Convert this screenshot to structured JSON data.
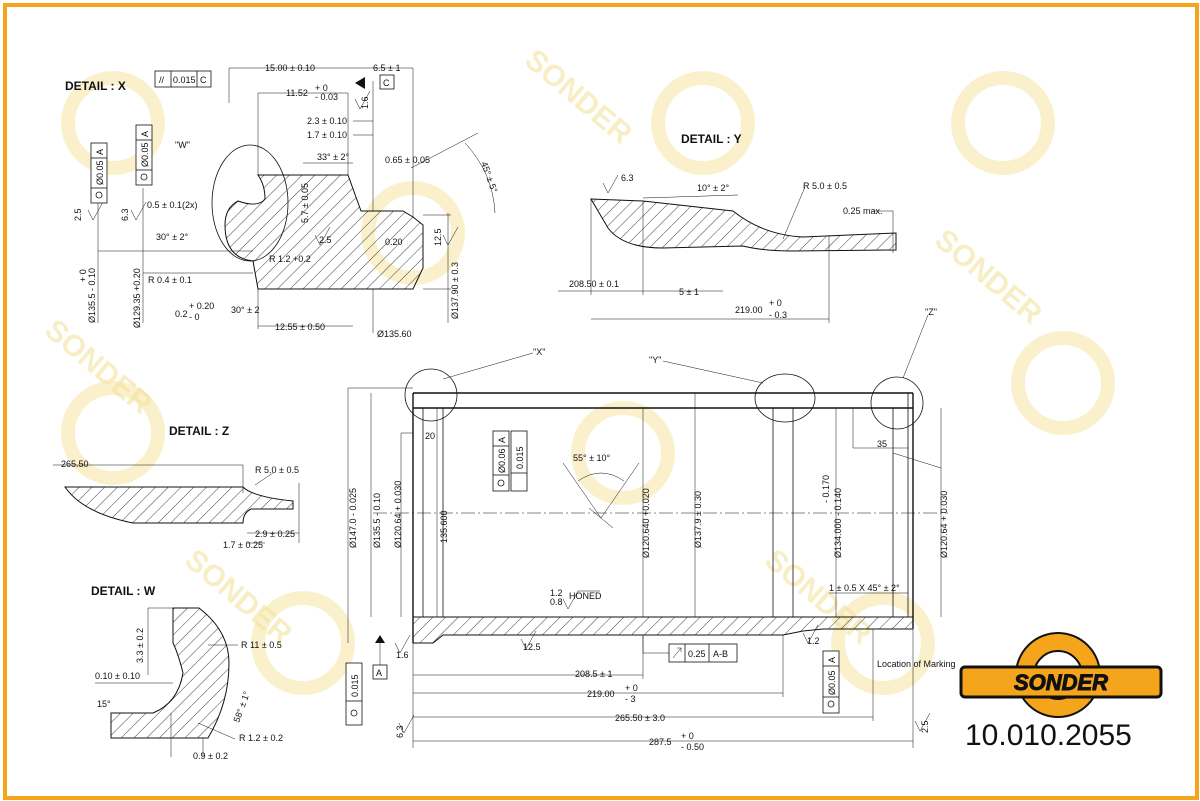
{
  "details": {
    "x": {
      "title": "DETAIL : X",
      "callout": "\"W\"",
      "dims": {
        "d1": "15.00 ± 0.10",
        "d2": "6.5 ± 1",
        "d3": "11.52",
        "d3_up": "+ 0",
        "d3_lo": "- 0.03",
        "d4": "2.3 ± 0.10",
        "d5": "1.7 ± 0.10",
        "d6": "33° ± 2°",
        "d7": "0.65 ± 0.05",
        "d8": "45° ± 5°",
        "d9": "5.7 ± 0.05",
        "d10": "0.5 ± 0.1(2x)",
        "d11": "30° ± 2°",
        "d12": "R 1.2 +0.2",
        "d13": "R 0.4 ± 0.1",
        "d14": "0.2",
        "d14_up": "+ 0.20",
        "d14_lo": "- 0",
        "d15": "30° ± 2",
        "d16": "12.55 ± 0.50",
        "d17": "Ø135.60",
        "d18": "0.20",
        "d19": "Ø137.90 ± 0.3",
        "d20": "Ø135.5 - 0.10",
        "d20_up": "+ 0",
        "d21": "Ø129.35 +0.20",
        "r1": "2.5",
        "r2": "6.3",
        "r3": "1.6",
        "r4": "2.5",
        "r5": "12.5"
      },
      "frames": {
        "f1": "0.015",
        "f1_ref": "C",
        "f2": "Ø0.05",
        "f2_ref": "A",
        "f3": "Ø0.05",
        "f3_ref": "A",
        "datum_c": "C"
      }
    },
    "y": {
      "title": "DETAIL : Y",
      "dims": {
        "r": "6.3",
        "a": "10° ± 2°",
        "rad": "R  5.0 ± 0.5",
        "max": "0.25 max.",
        "l1": "208.50 ± 0.1",
        "l2": "5 ± 1",
        "l3": "219.00",
        "l3_up": "+ 0",
        "l3_lo": "- 0.3"
      }
    },
    "z": {
      "title": "DETAIL : Z",
      "dims": {
        "l1": "265.50",
        "rad": "R 5.0 ± 0.5",
        "l2": "2.9 ± 0.25",
        "l3": "1.7 ± 0.25"
      }
    },
    "w": {
      "title": "DETAIL : W",
      "dims": {
        "a": "3.3 ± 0.2",
        "b": "R 11 ± 0.5",
        "c": "0.10 ± 0.10",
        "d": "15°",
        "e": "58° ± 1°",
        "f": "R 1.2 ± 0.2",
        "g": "0.9 ± 0.2"
      }
    }
  },
  "main": {
    "callouts": {
      "x": "\"X\"",
      "y": "\"Y\"",
      "z": "\"Z\""
    },
    "dims": {
      "d20": "20",
      "d35": "35",
      "angle": "55° ± 10°",
      "dia147": "Ø147.0 - 0.025",
      "dia1355": "Ø135.5 - 0.10",
      "dia12064a": "Ø120.64 + 0.030",
      "dia1356": "135.600",
      "dia120640": "Ø120.640 +0.020",
      "dia1379": "Ø137.9 ± 0.30",
      "dia134": "Ø134.000 - 0.140",
      "dia134b": "- 0.170",
      "dia12064b": "Ø120.64 + 0.030",
      "chamfer": "1 ± 0.5 X 45° ± 2°",
      "honed": "HONED",
      "r_12": "1.2",
      "r_08": "0.8",
      "r_125": "12.5",
      "r_16": "1.6",
      "r_12b": "1.2",
      "r_63": "6.3",
      "r_25": "2.5",
      "runout_val": "0.25",
      "runout_ref": "A-B",
      "len1": "208.5 ± 1",
      "len2": "219.00",
      "len2_up": "+ 0",
      "len2_lo": "- 3",
      "len3": "265.50 ± 3.0",
      "len4": "287.5",
      "len4_up": "+ 0",
      "len4_lo": "- 0.50",
      "marking": "Location of Marking"
    },
    "frames": {
      "f1": "Ø0.06",
      "f1_ref": "A",
      "f2": "0.015",
      "f3": "0.015",
      "f3_ref": "A",
      "f4": "Ø0.05",
      "f4_ref": "A"
    }
  },
  "brand": {
    "logo": "SONDER",
    "part_number": "10.010.2055",
    "watermark": "SONDER"
  },
  "colors": {
    "frame": "#f5a51c",
    "logo_bg": "#f5a51c",
    "logo_text": "#ffffff",
    "logo_border": "#111111"
  }
}
